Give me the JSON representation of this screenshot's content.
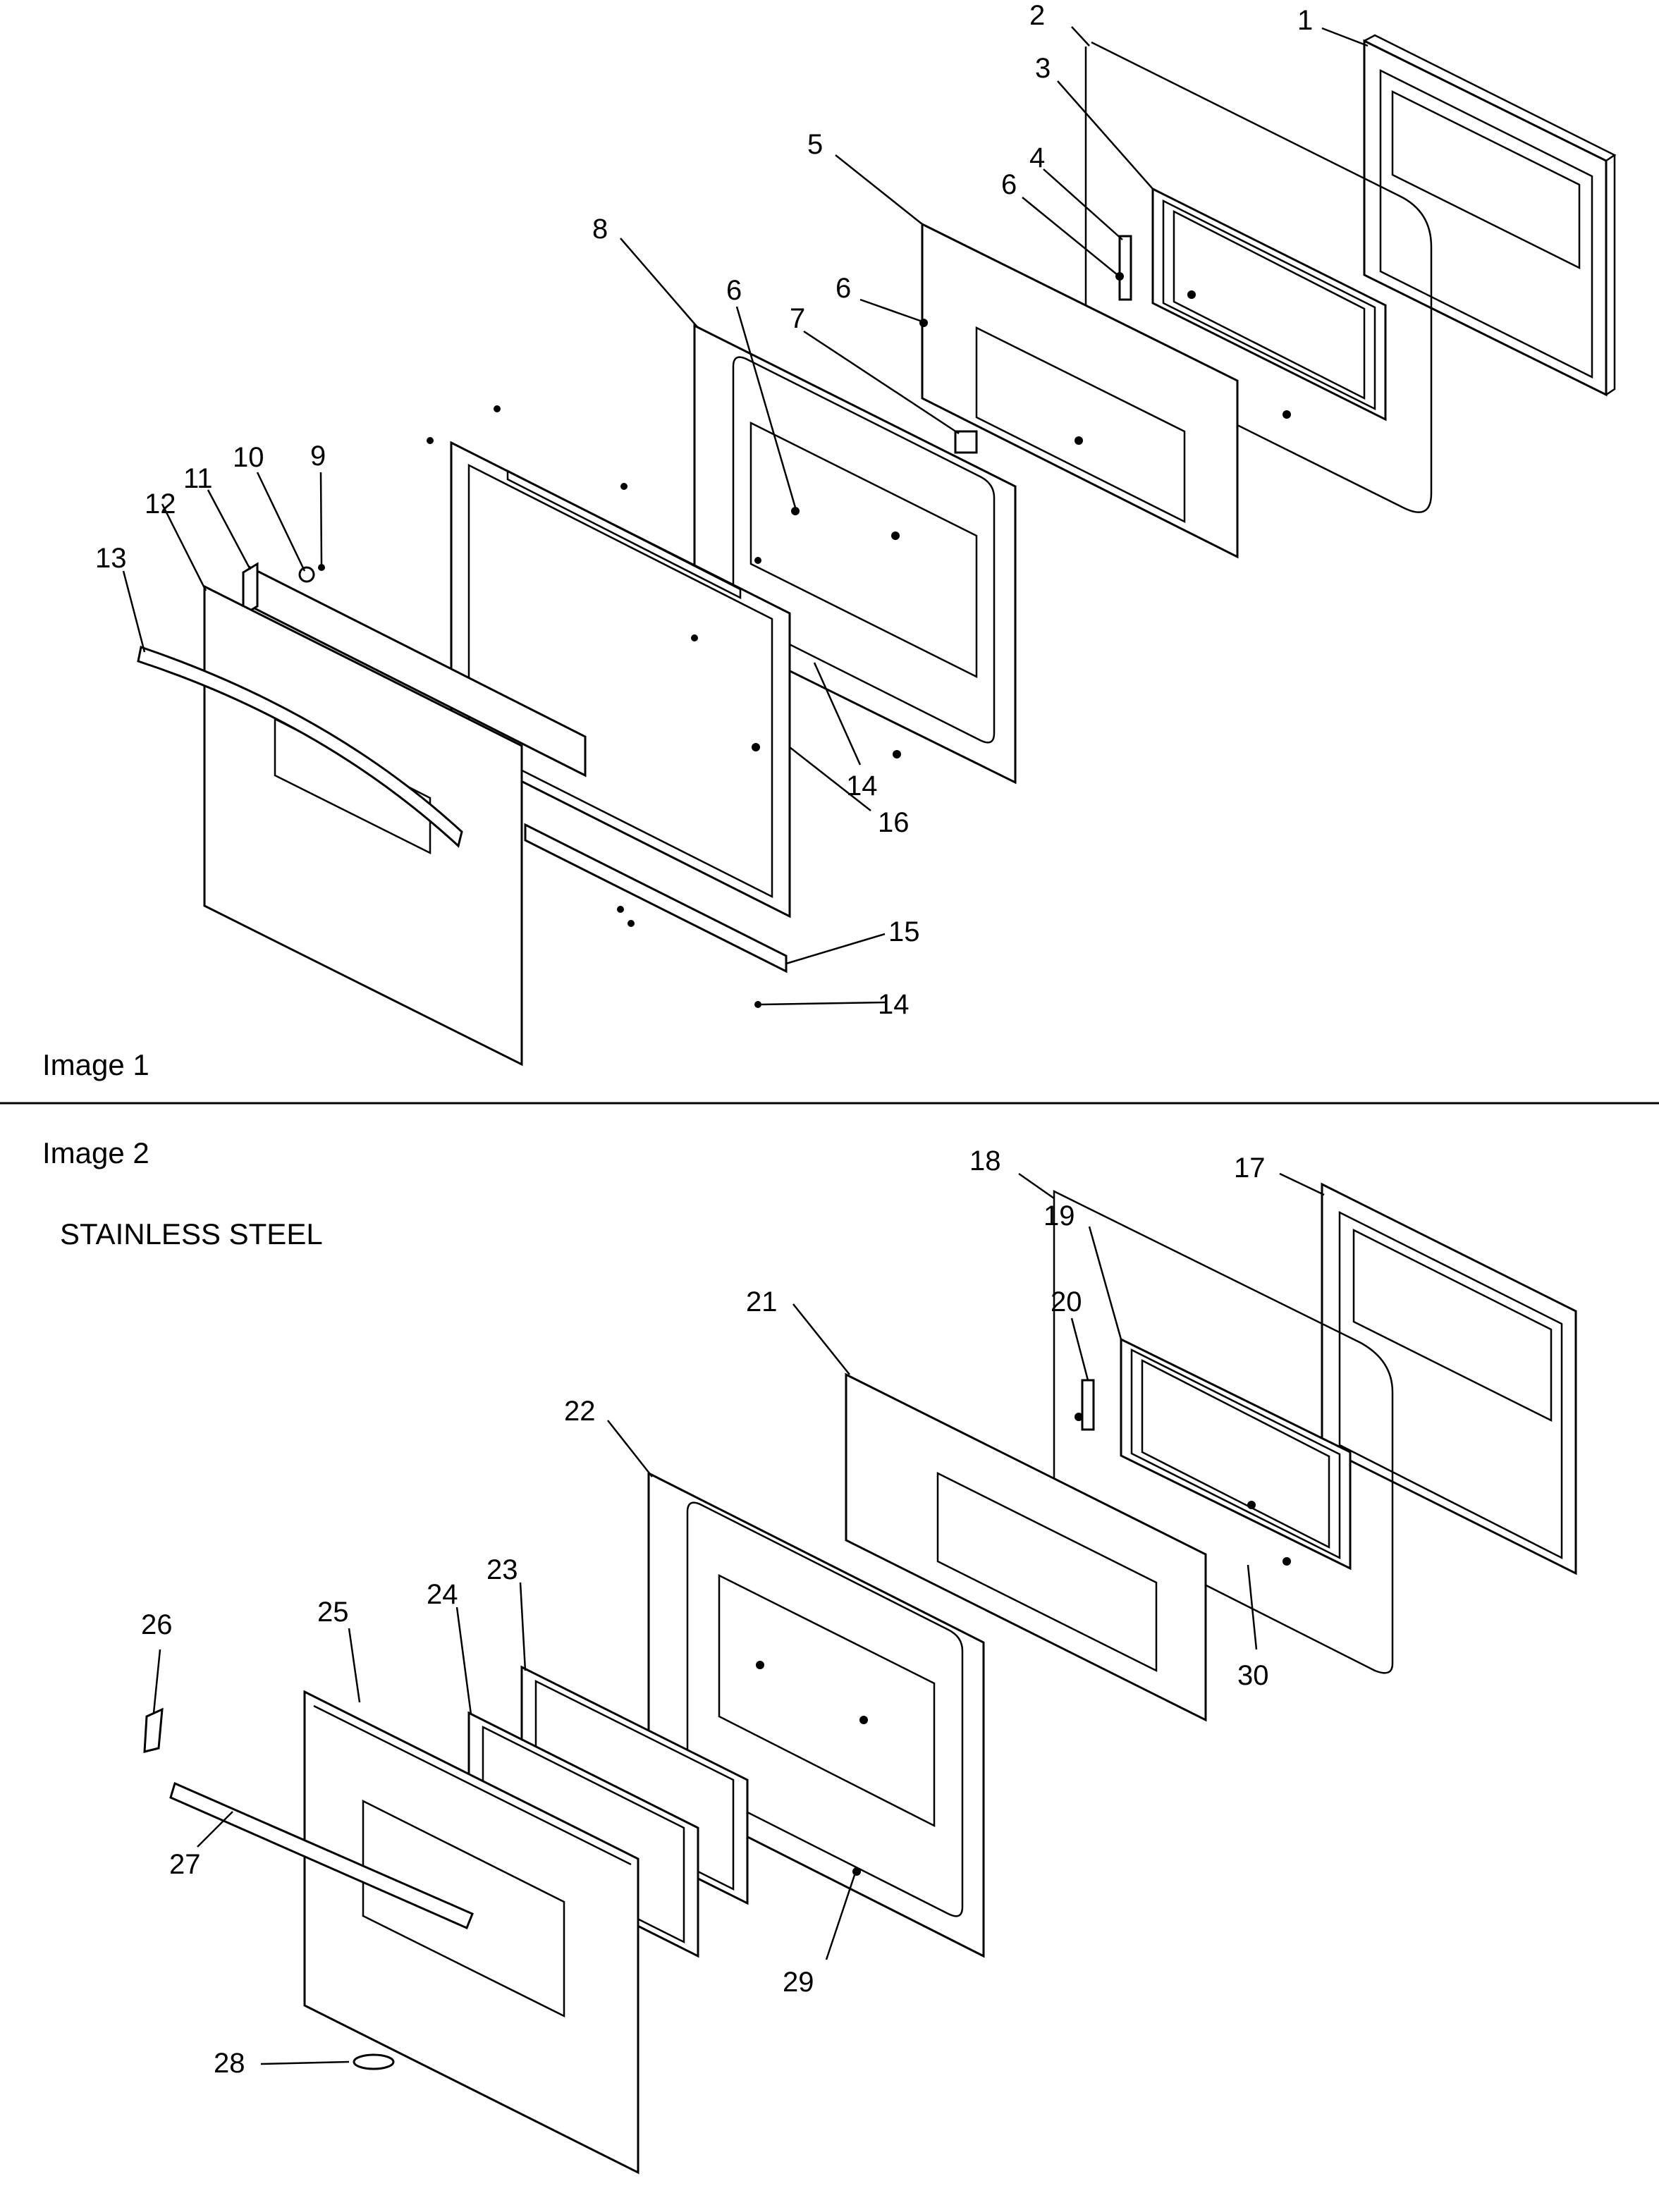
{
  "panels": [
    {
      "caption": "Image 1",
      "subtitle": "",
      "callouts": [
        "1",
        "2",
        "3",
        "4",
        "5",
        "6",
        "6",
        "6",
        "7",
        "8",
        "9",
        "10",
        "11",
        "12",
        "13",
        "14",
        "14",
        "15",
        "16"
      ]
    },
    {
      "caption": "Image 2",
      "subtitle": "STAINLESS STEEL",
      "callouts": [
        "17",
        "18",
        "19",
        "20",
        "21",
        "22",
        "23",
        "24",
        "25",
        "26",
        "27",
        "28",
        "29",
        "30"
      ]
    }
  ],
  "colors": {
    "line": "#000000",
    "background": "#ffffff"
  }
}
